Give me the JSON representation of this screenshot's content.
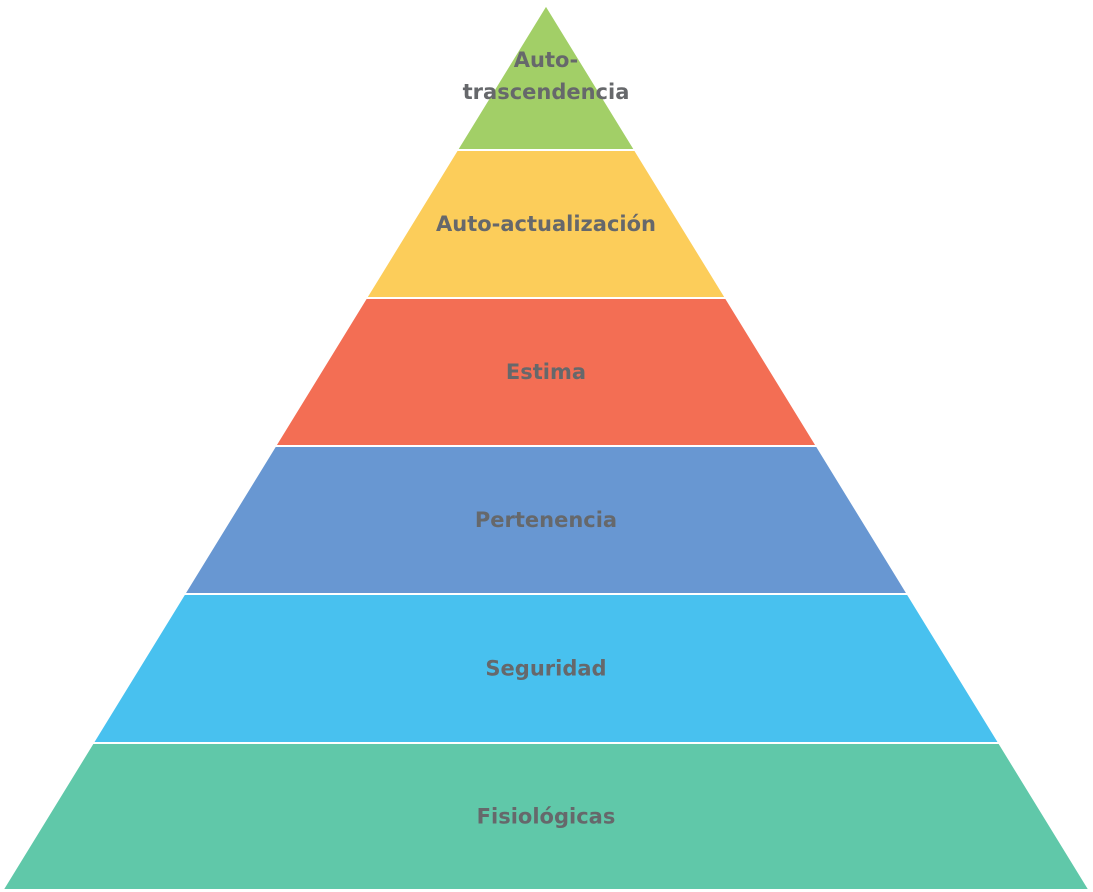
{
  "diagram": {
    "type": "pyramid",
    "tiers": [
      {
        "label_lines": [
          "Auto-",
          "trascendencia"
        ],
        "color": "#a2cf67"
      },
      {
        "label_lines": [
          "Auto-actualización"
        ],
        "color": "#fccd5a"
      },
      {
        "label_lines": [
          "Estima"
        ],
        "color": "#f36e54"
      },
      {
        "label_lines": [
          "Pertenencia"
        ],
        "color": "#6897d2"
      },
      {
        "label_lines": [
          "Seguridad"
        ],
        "color": "#48c1ef"
      },
      {
        "label_lines": [
          "Fisiológicas"
        ],
        "color": "#60c8a9"
      }
    ],
    "label_color": "#66686b"
  }
}
